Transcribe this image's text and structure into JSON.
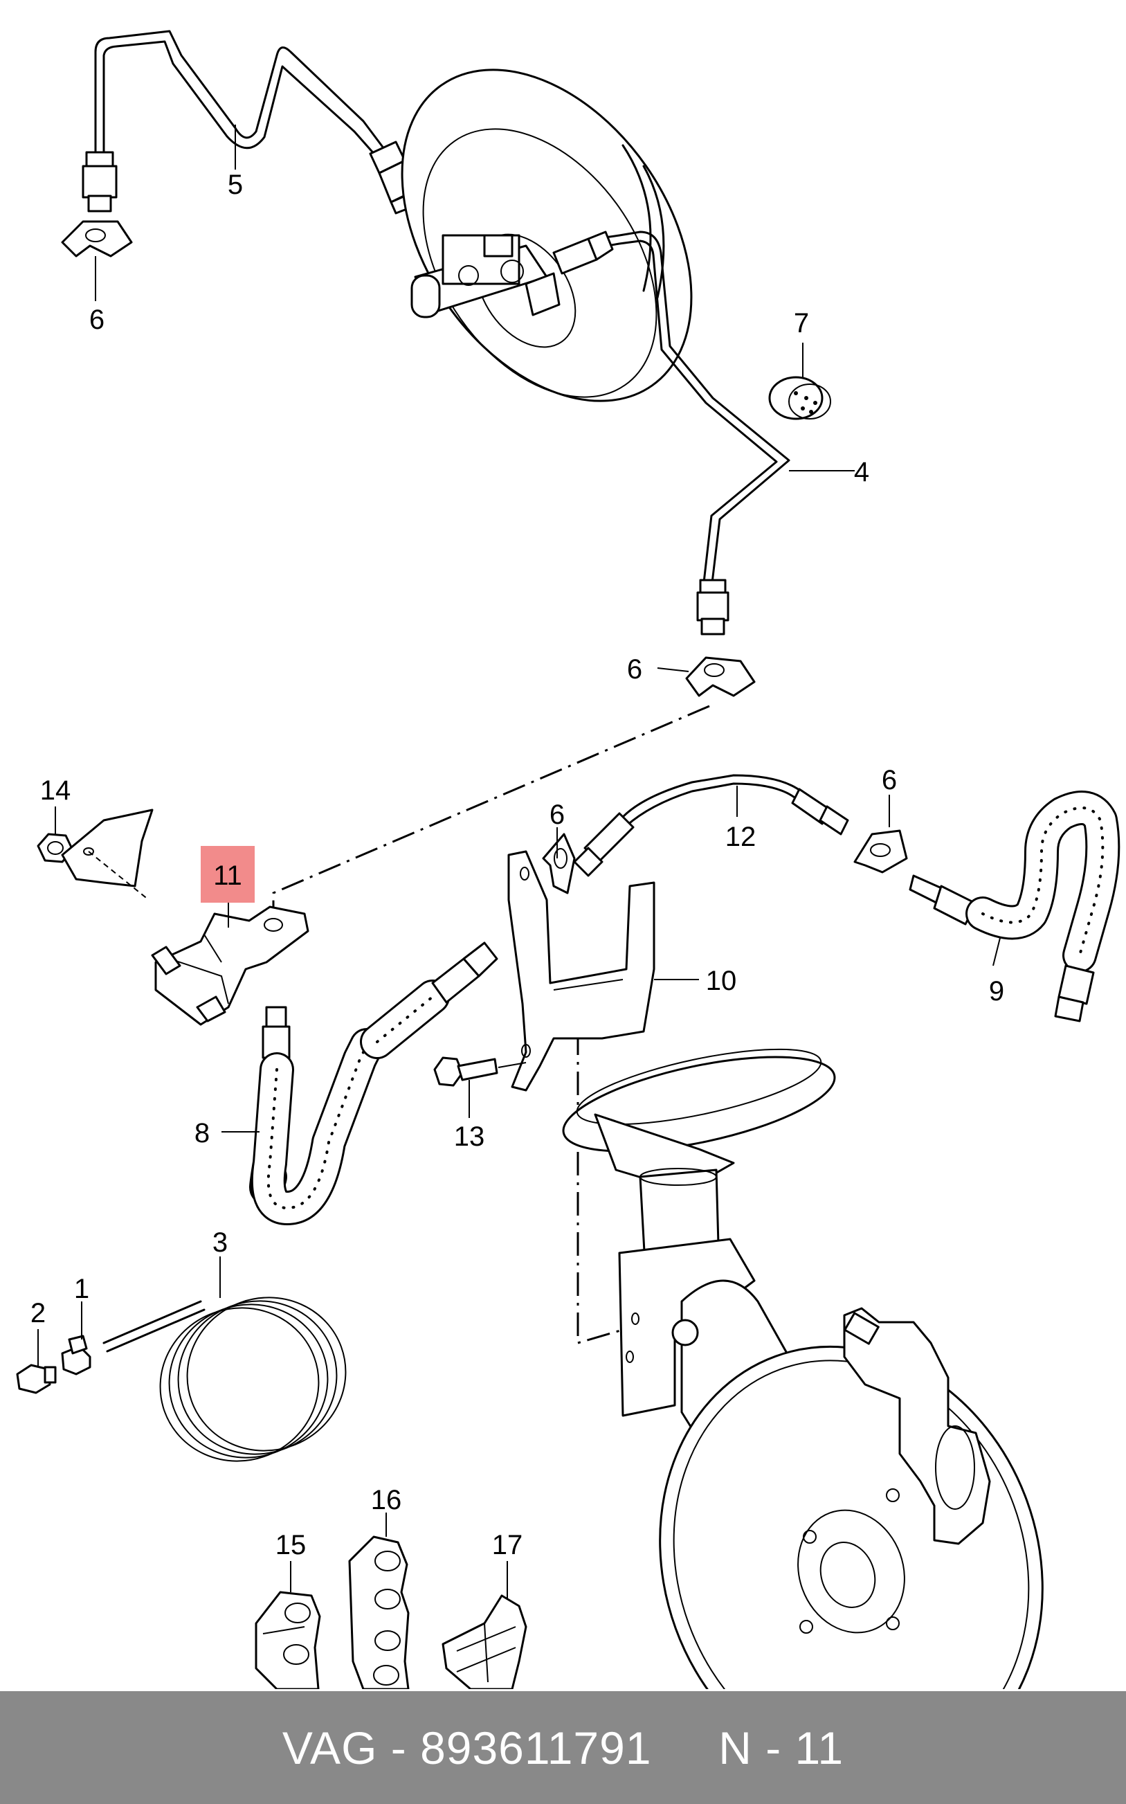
{
  "callouts": {
    "c1": "1",
    "c2": "2",
    "c3": "3",
    "c4": "4",
    "c5": "5",
    "c6": "6",
    "c7": "7",
    "c8": "8",
    "c9": "9",
    "c10": "10",
    "c11": "11",
    "c12": "12",
    "c13": "13",
    "c14": "14",
    "c15": "15",
    "c16": "16",
    "c17": "17"
  },
  "highlight": {
    "part": "11",
    "color": "#f28b8b"
  },
  "footer": {
    "brand": "VAG",
    "separator": " - ",
    "part_number": "893611791",
    "gap": "     ",
    "position_prefix": "N",
    "position_separator": " - ",
    "position_number": "11",
    "background": "#898989"
  }
}
